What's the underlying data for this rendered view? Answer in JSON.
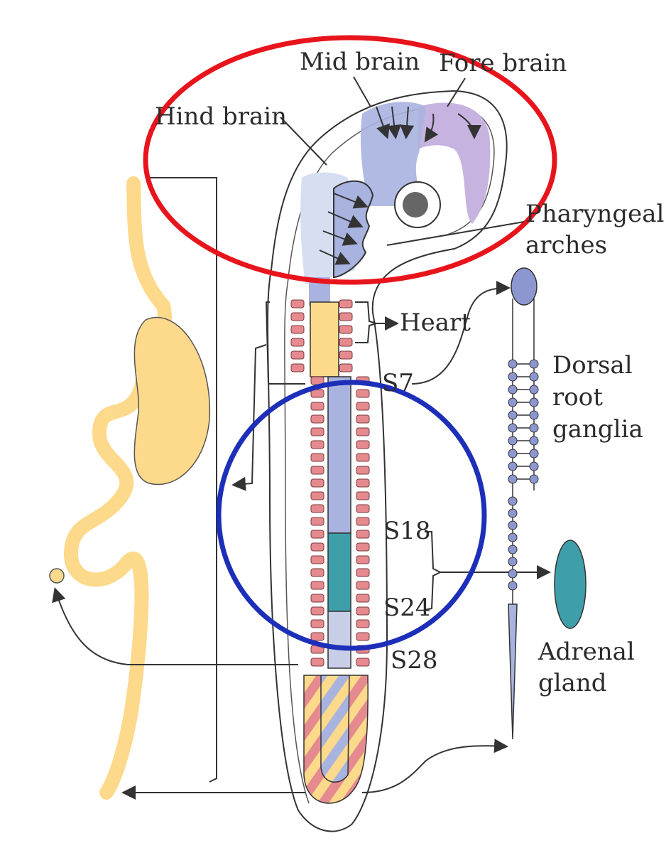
{
  "labels": {
    "mid_brain": "Mid brain",
    "fore_brain": "Fore brain",
    "hind_brain": "Hind brain",
    "pharyngeal_1": "Pharyngeal",
    "pharyngeal_2": "arches",
    "heart": "Heart",
    "s7": "S7",
    "drg_1": "Dorsal",
    "drg_2": "root",
    "drg_3": "ganglia",
    "s18": "S18",
    "s24": "S24",
    "s28": "S28",
    "adrenal_1": "Adrenal",
    "adrenal_2": "gland"
  },
  "colors": {
    "red_ellipse": "#e8141c",
    "blue_circle": "#1d2fb8",
    "kidney_yellow": "#fcd98b",
    "neural_blue": "#a9b3df",
    "neural_purple": "#c6b3e0",
    "somite_red": "#e58a8f",
    "adrenal_teal": "#3e9faa",
    "ganglia_blue": "#8d97cf"
  }
}
